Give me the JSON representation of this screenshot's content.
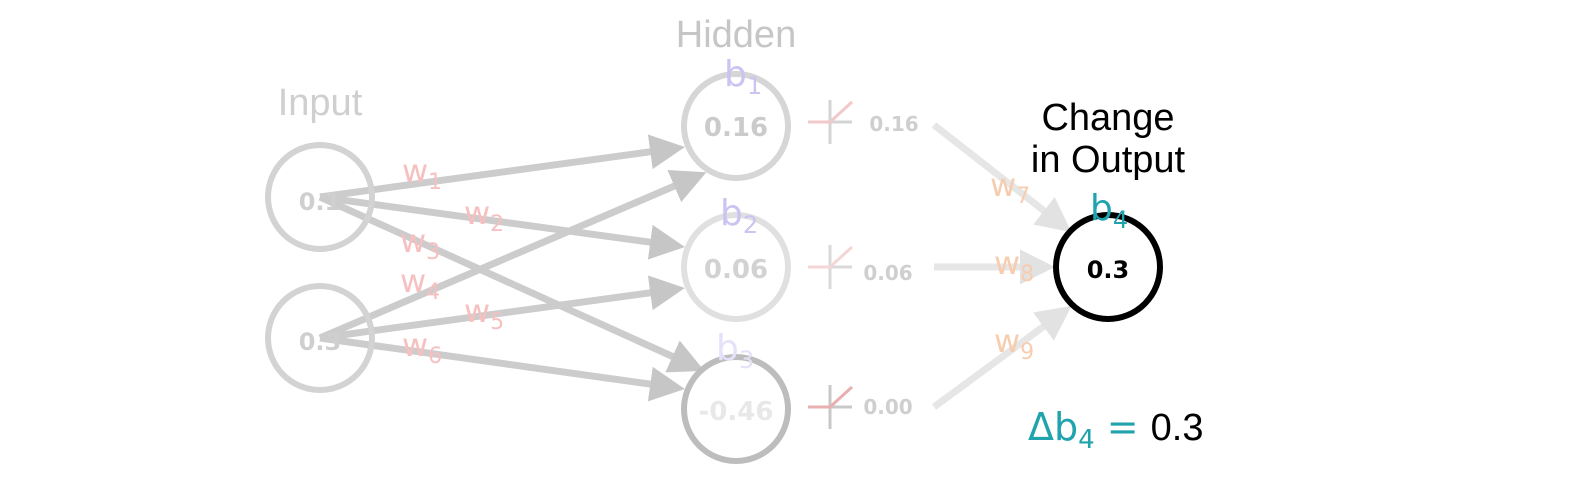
{
  "labels": {
    "input": "Input",
    "hidden": "Hidden",
    "output_line1": "Change",
    "output_line2": "in Output"
  },
  "nodes": {
    "input": [
      {
        "value": "0.1"
      },
      {
        "value": "0.3"
      }
    ],
    "hidden": [
      {
        "value": "0.16",
        "bias_base": "b",
        "bias_sub": "1",
        "activation": "0.16"
      },
      {
        "value": "0.06",
        "bias_base": "b",
        "bias_sub": "2",
        "activation": "0.06"
      },
      {
        "value": "-0.46",
        "bias_base": "b",
        "bias_sub": "3",
        "activation": "0.00"
      }
    ],
    "output": {
      "value": "0.3",
      "bias_base": "b",
      "bias_sub": "4"
    }
  },
  "weights": [
    {
      "base": "w",
      "sub": "1"
    },
    {
      "base": "w",
      "sub": "2"
    },
    {
      "base": "w",
      "sub": "3"
    },
    {
      "base": "w",
      "sub": "4"
    },
    {
      "base": "w",
      "sub": "5"
    },
    {
      "base": "w",
      "sub": "6"
    },
    {
      "base": "w",
      "sub": "7"
    },
    {
      "base": "w",
      "sub": "8"
    },
    {
      "base": "w",
      "sub": "9"
    }
  ],
  "equation": {
    "delta": "Δb",
    "sub": "4",
    "equals": " = ",
    "value": "0.3"
  },
  "colors": {
    "faded_gray": "#c9c9c9",
    "edge_gray": "#c4c4c4",
    "weight_pink": "#f6c0c0",
    "weight_orange": "#f7cdb0",
    "bias_purple": "#c9c4f2",
    "bias_teal": "#20a3ad",
    "output_black": "#000000"
  }
}
